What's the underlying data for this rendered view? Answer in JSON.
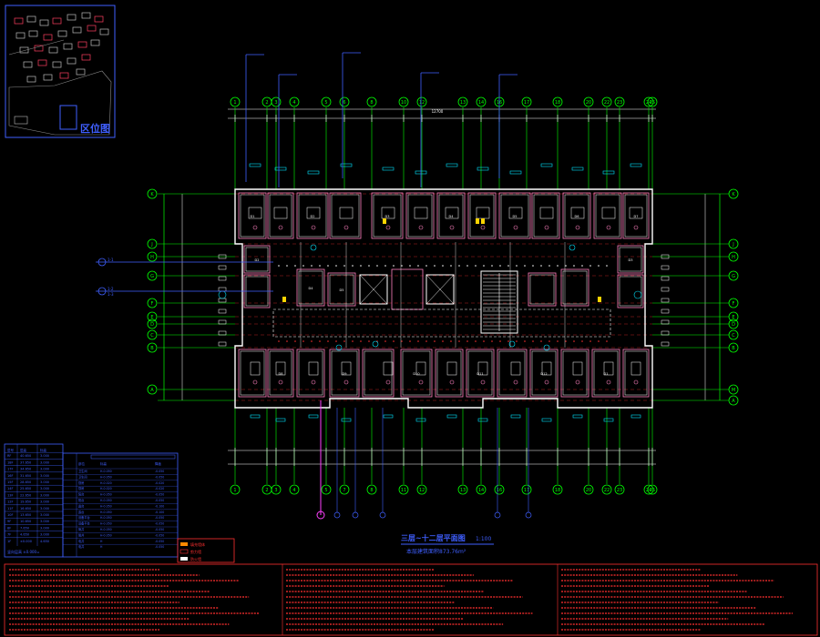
{
  "key_plan": {
    "title": "区位图"
  },
  "drawing": {
    "title": "三层~十二层平面图",
    "scale": "1:100",
    "subtitle": "本层建筑面积873.76m²",
    "overall_dim": "12700",
    "grid_cols": [
      "1",
      "2",
      "3",
      "4",
      "5",
      "6",
      "8",
      "10",
      "12",
      "13",
      "14",
      "16",
      "17",
      "18",
      "20",
      "22",
      "23",
      "24",
      "25"
    ],
    "grid_cols_bottom": [
      "1",
      "2",
      "3",
      "4",
      "5",
      "7",
      "8",
      "11",
      "12",
      "13",
      "14",
      "16",
      "17",
      "18",
      "20",
      "22",
      "23",
      "24",
      "25"
    ],
    "grid_rows": [
      "K",
      "J",
      "H",
      "G",
      "F",
      "E",
      "D",
      "C",
      "B",
      "A"
    ],
    "grid_rows_right": [
      "K",
      "J",
      "H",
      "G",
      "F",
      "E",
      "D",
      "C",
      "B",
      "M",
      "A"
    ],
    "left_tags": [
      "1-1",
      "1-2",
      "1-3"
    ],
    "room_tags": [
      "D1",
      "D2",
      "D3",
      "D4",
      "D5",
      "D6",
      "D7",
      "D8",
      "D9",
      "D10",
      "D11",
      "D12"
    ]
  },
  "colors": {
    "background": "#000000",
    "wall": "#ffffff",
    "axis": "#00ff00",
    "room": "#ff80c0",
    "dimension": "#3f5fff",
    "annotation": "#ff3030",
    "cyan": "#00e5ff",
    "yellow": "#ffd400",
    "orange": "#ff8a00"
  },
  "floor_table": {
    "headers": [
      "层号",
      "层高",
      "标高"
    ],
    "rows": [
      [
        "RF",
        "40.650",
        "3.000"
      ],
      [
        "18F",
        "37.650",
        "3.000"
      ],
      [
        "17F",
        "34.650",
        "3.000"
      ],
      [
        "16F",
        "31.650",
        "3.000"
      ],
      [
        "15F",
        "28.650",
        "3.000"
      ],
      [
        "14F",
        "25.650",
        "3.000"
      ],
      [
        "13F",
        "22.650",
        "3.000"
      ],
      [
        "12F",
        "19.650",
        "3.000"
      ],
      [
        "11F",
        "16.650",
        "3.000"
      ],
      [
        "10F",
        "13.650",
        "3.000"
      ],
      [
        "9F",
        "10.650",
        "3.000"
      ],
      [
        "8F",
        "7.650",
        "3.000"
      ],
      [
        "7F",
        "4.650",
        "3.000"
      ],
      [
        "1F",
        "±0.000",
        "4.650"
      ]
    ],
    "footer": "竖向层高  ±0.000=",
    "notes_header": [
      "部位",
      "标高",
      "降板"
    ],
    "note_rows": [
      [
        "卫生间",
        "H-0.050",
        "-0.050"
      ],
      [
        "厨房",
        "H-0.020",
        "-0.020"
      ],
      [
        "阳台",
        "H-0.050",
        "-0.050"
      ],
      [
        "露台",
        "H-0.050",
        "-0.100"
      ],
      [
        "设备平台",
        "H-0.050",
        "-0.050"
      ],
      [
        "管井",
        "H-0.050",
        "-0.050"
      ],
      [
        "电井",
        "H",
        "-0.050"
      ]
    ]
  },
  "legend": {
    "items": [
      "填充墙体",
      "剪力墙",
      "防火墙"
    ]
  }
}
